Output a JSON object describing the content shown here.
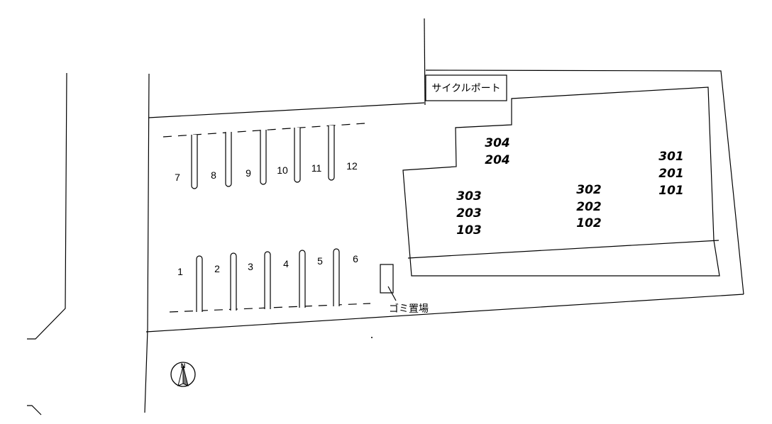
{
  "labels": {
    "cycle_port": "サイクルポート",
    "garbage": "ゴミ置場",
    "north": "N"
  },
  "parking": {
    "top_row": [
      "7",
      "8",
      "9",
      "10",
      "11",
      "12"
    ],
    "bottom_row": [
      "1",
      "2",
      "3",
      "4",
      "5",
      "6"
    ]
  },
  "building": {
    "units": {
      "col_304": [
        "304",
        "204"
      ],
      "col_303": [
        "303",
        "203",
        "103"
      ],
      "col_302": [
        "302",
        "202",
        "102"
      ],
      "col_301": [
        "301",
        "201",
        "101"
      ]
    }
  }
}
